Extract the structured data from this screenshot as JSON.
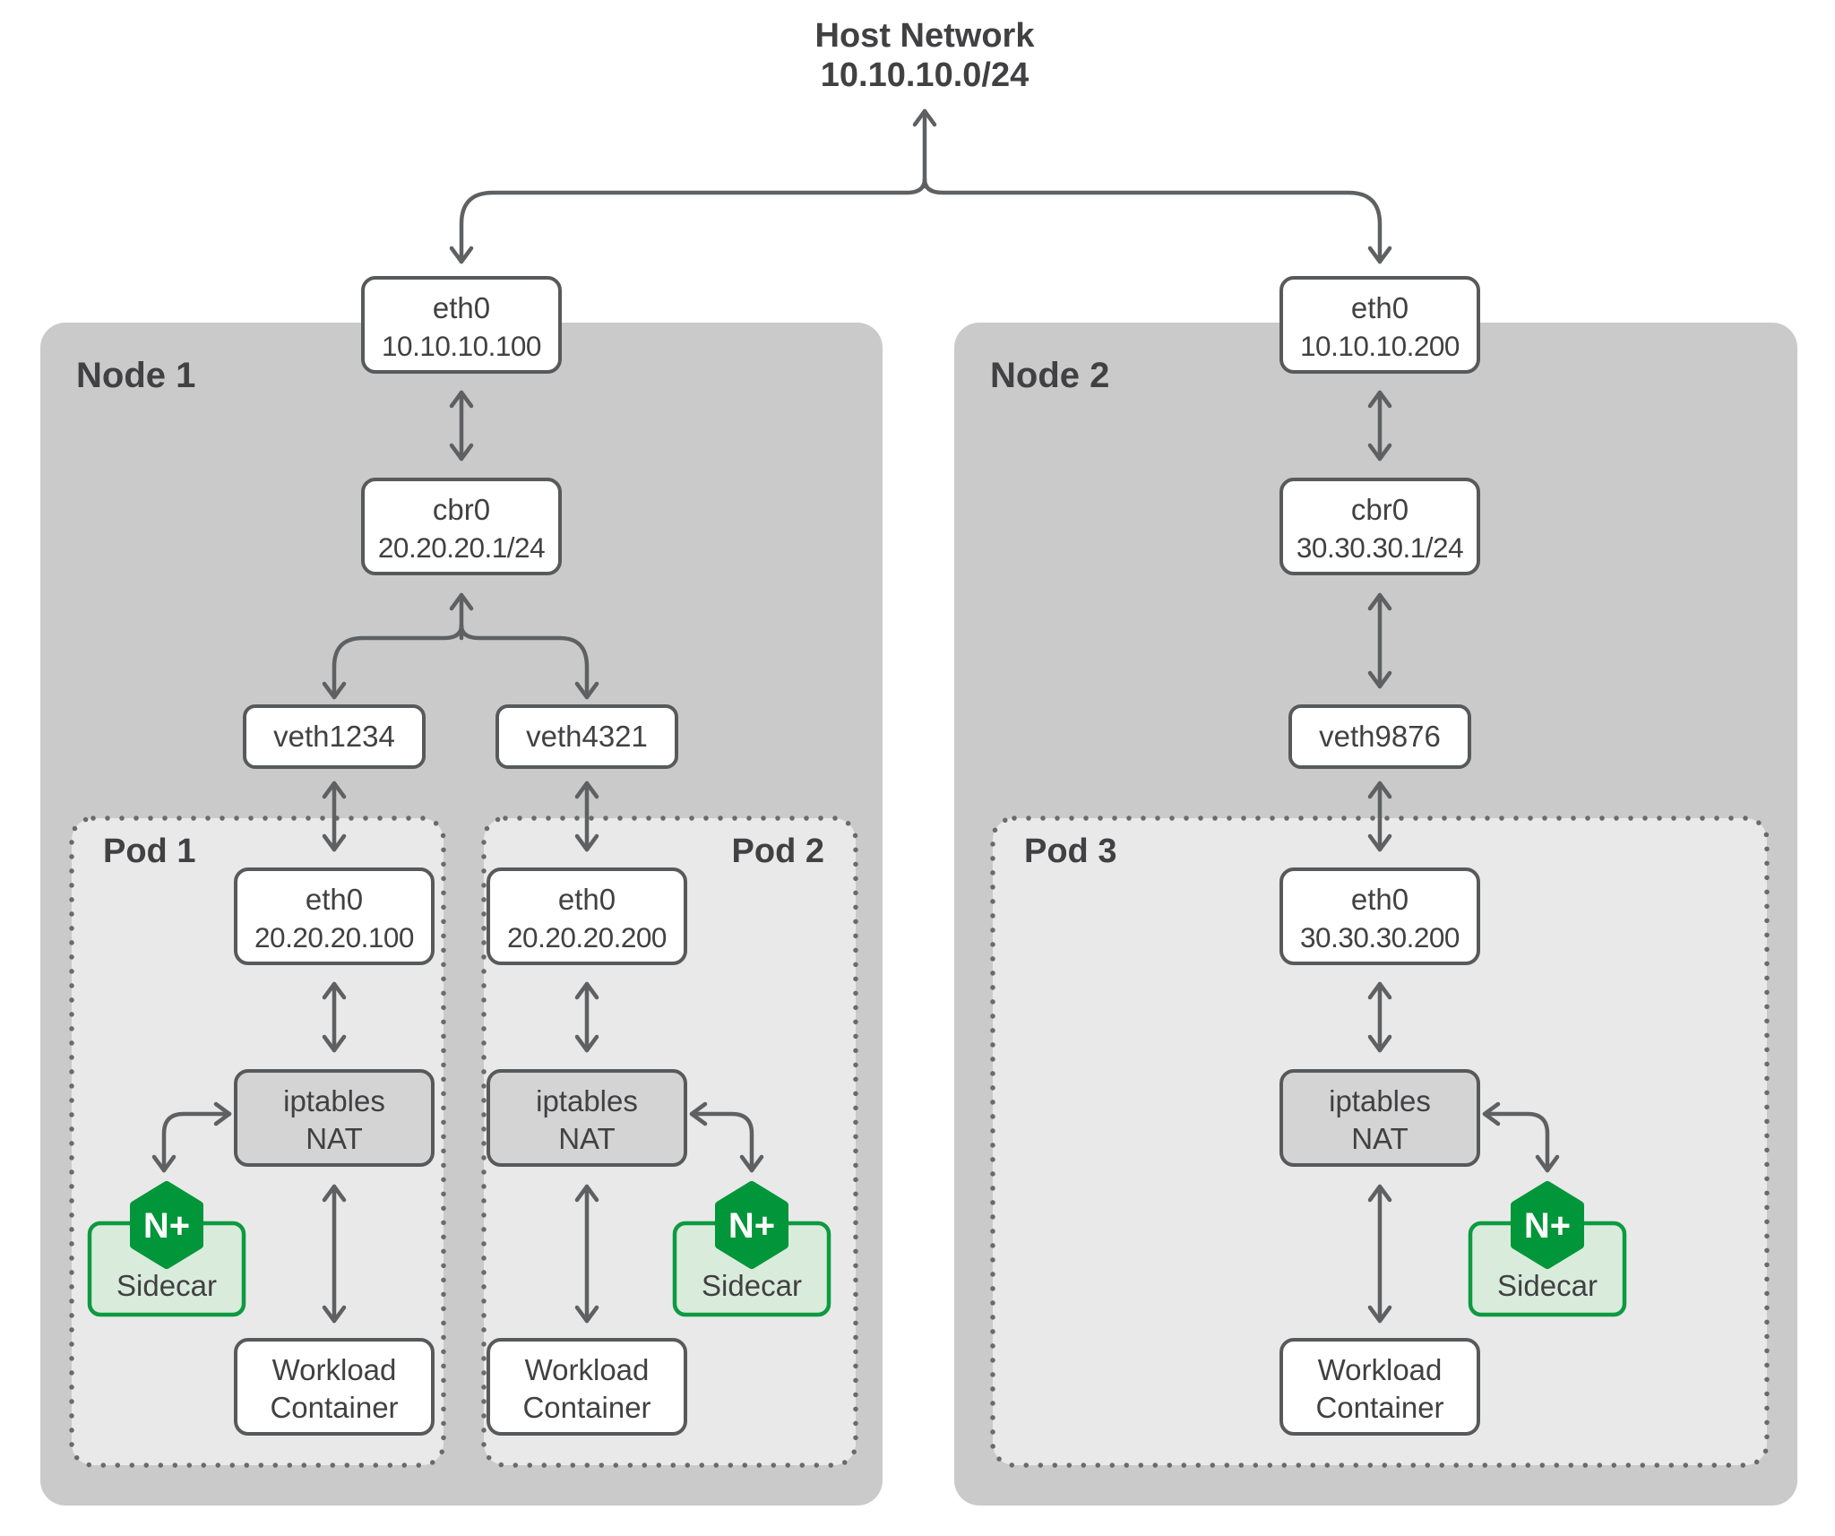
{
  "diagram": {
    "host_network": {
      "title": "Host Network",
      "subnet": "10.10.10.0/24"
    },
    "colors": {
      "node_bg": "#cacaca",
      "pod_bg": "#e9e9e9",
      "box_bg": "#ffffff",
      "box_border": "#58595b",
      "nat_bg": "#d4d4d4",
      "sidecar_bg": "#d9ecdc",
      "sidecar_border": "#0d9a40",
      "nginx_green": "#009639",
      "arrow": "#5f6062",
      "text": "#414042"
    },
    "nodes": [
      {
        "label": "Node 1",
        "eth0": {
          "name": "eth0",
          "ip": "10.10.10.100"
        },
        "bridge": {
          "name": "cbr0",
          "ip": "20.20.20.1/24"
        },
        "veths": [
          "veth1234",
          "veth4321"
        ],
        "pods": [
          {
            "label": "Pod 1",
            "eth0": {
              "name": "eth0",
              "ip": "20.20.20.100"
            },
            "nat": {
              "line1": "iptables",
              "line2": "NAT"
            },
            "sidecar": {
              "label": "Sidecar",
              "badge": "N+"
            },
            "workload": {
              "line1": "Workload",
              "line2": "Container"
            }
          },
          {
            "label": "Pod 2",
            "eth0": {
              "name": "eth0",
              "ip": "20.20.20.200"
            },
            "nat": {
              "line1": "iptables",
              "line2": "NAT"
            },
            "sidecar": {
              "label": "Sidecar",
              "badge": "N+"
            },
            "workload": {
              "line1": "Workload",
              "line2": "Container"
            }
          }
        ]
      },
      {
        "label": "Node 2",
        "eth0": {
          "name": "eth0",
          "ip": "10.10.10.200"
        },
        "bridge": {
          "name": "cbr0",
          "ip": "30.30.30.1/24"
        },
        "veths": [
          "veth9876"
        ],
        "pods": [
          {
            "label": "Pod 3",
            "eth0": {
              "name": "eth0",
              "ip": "30.30.30.200"
            },
            "nat": {
              "line1": "iptables",
              "line2": "NAT"
            },
            "sidecar": {
              "label": "Sidecar",
              "badge": "N+"
            },
            "workload": {
              "line1": "Workload",
              "line2": "Container"
            }
          }
        ]
      }
    ]
  }
}
